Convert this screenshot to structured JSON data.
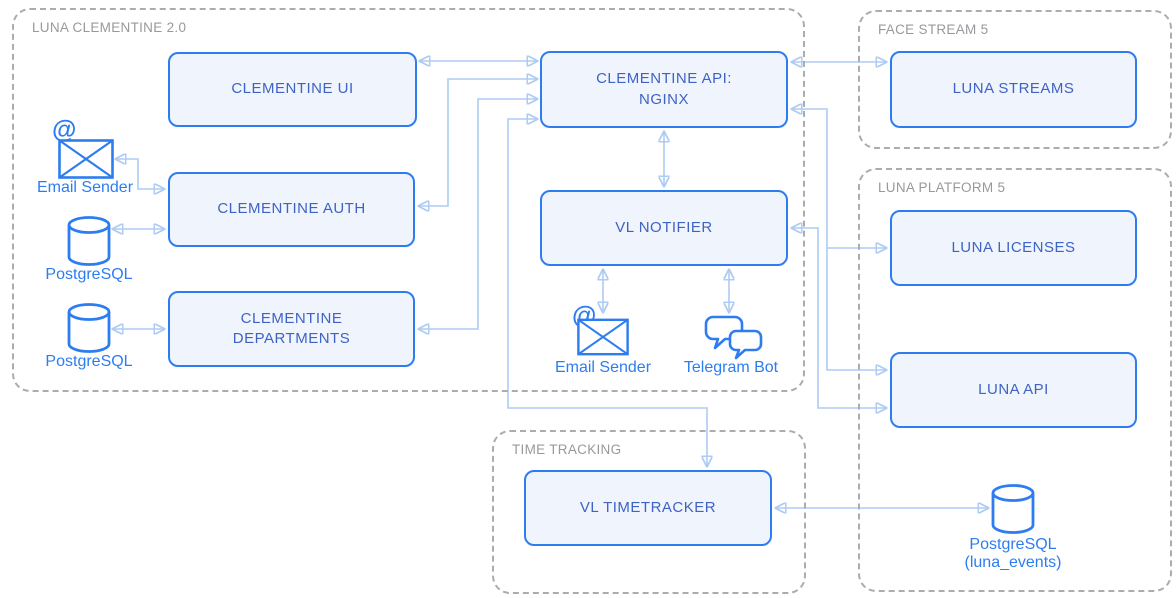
{
  "diagram_title": "",
  "containers": {
    "luna_clementine": {
      "label": "LUNA CLEMENTINE 2.0"
    },
    "face_stream": {
      "label": "FACE STREAM 5"
    },
    "luna_platform": {
      "label": "LUNA PLATFORM 5"
    },
    "time_tracking": {
      "label": "TIME TRACKING"
    }
  },
  "nodes": {
    "clementine_ui": {
      "label": "CLEMENTINE UI"
    },
    "clementine_api": {
      "line1": "CLEMENTINE API:",
      "line2": "NGINX"
    },
    "clementine_auth": {
      "label": "CLEMENTINE AUTH"
    },
    "clementine_departments": {
      "line1": "CLEMENTINE",
      "line2": "DEPARTMENTS"
    },
    "vl_notifier": {
      "label": "VL NOTIFIER"
    },
    "luna_streams": {
      "label": "LUNA STREAMS"
    },
    "luna_licenses": {
      "label": "LUNA LICENSES"
    },
    "luna_api": {
      "label": "LUNA API"
    },
    "vl_timetracker": {
      "label": "VL TIMETRACKER"
    }
  },
  "icons": {
    "email_sender_auth": {
      "label": "Email Sender",
      "glyph": "email"
    },
    "postgres_auth": {
      "label": "PostgreSQL",
      "glyph": "database"
    },
    "postgres_departments": {
      "label": "PostgreSQL",
      "glyph": "database"
    },
    "email_sender_notifier": {
      "label": "Email Sender",
      "glyph": "email"
    },
    "telegram_bot": {
      "label": "Telegram Bot",
      "glyph": "chat-bubbles"
    },
    "postgres_luna_events": {
      "line1": "PostgreSQL",
      "line2": "(luna_events)",
      "glyph": "database"
    }
  },
  "glyphs": {
    "at": "@"
  },
  "edges": [
    {
      "from": "clementine_ui",
      "to": "clementine_api",
      "bidirectional": true
    },
    {
      "from": "clementine_api",
      "to": "clementine_auth",
      "bidirectional": true
    },
    {
      "from": "clementine_api",
      "to": "clementine_departments",
      "bidirectional": true
    },
    {
      "from": "clementine_api",
      "to": "vl_timetracker",
      "bidirectional": true
    },
    {
      "from": "clementine_api",
      "to": "vl_notifier",
      "bidirectional": true
    },
    {
      "from": "clementine_api",
      "to": "luna_streams",
      "bidirectional": true
    },
    {
      "from": "clementine_api",
      "to": "luna_licenses",
      "bidirectional": true
    },
    {
      "from": "clementine_api",
      "to": "luna_api",
      "bidirectional": true
    },
    {
      "from": "vl_notifier",
      "to": "luna_api",
      "bidirectional": true
    },
    {
      "from": "vl_notifier",
      "to": "email_sender_notifier",
      "bidirectional": true
    },
    {
      "from": "vl_notifier",
      "to": "telegram_bot",
      "bidirectional": true
    },
    {
      "from": "email_sender_auth",
      "to": "clementine_auth",
      "bidirectional": true
    },
    {
      "from": "postgres_auth",
      "to": "clementine_auth",
      "bidirectional": true
    },
    {
      "from": "postgres_departments",
      "to": "clementine_departments",
      "bidirectional": true
    },
    {
      "from": "vl_timetracker",
      "to": "postgres_luna_events",
      "bidirectional": true
    }
  ],
  "colors": {
    "node_border": "#2d7df0",
    "node_fill": "#eff4fd",
    "node_text": "#3e63c4",
    "icon_stroke": "#2d7df0",
    "icon_label": "#2d7df0",
    "connector_line": "#aecbf3",
    "connector_arrowhead": "#b7d1f6",
    "container_border": "#aaacaf",
    "container_label": "#97999d",
    "background": "#ffffff"
  }
}
